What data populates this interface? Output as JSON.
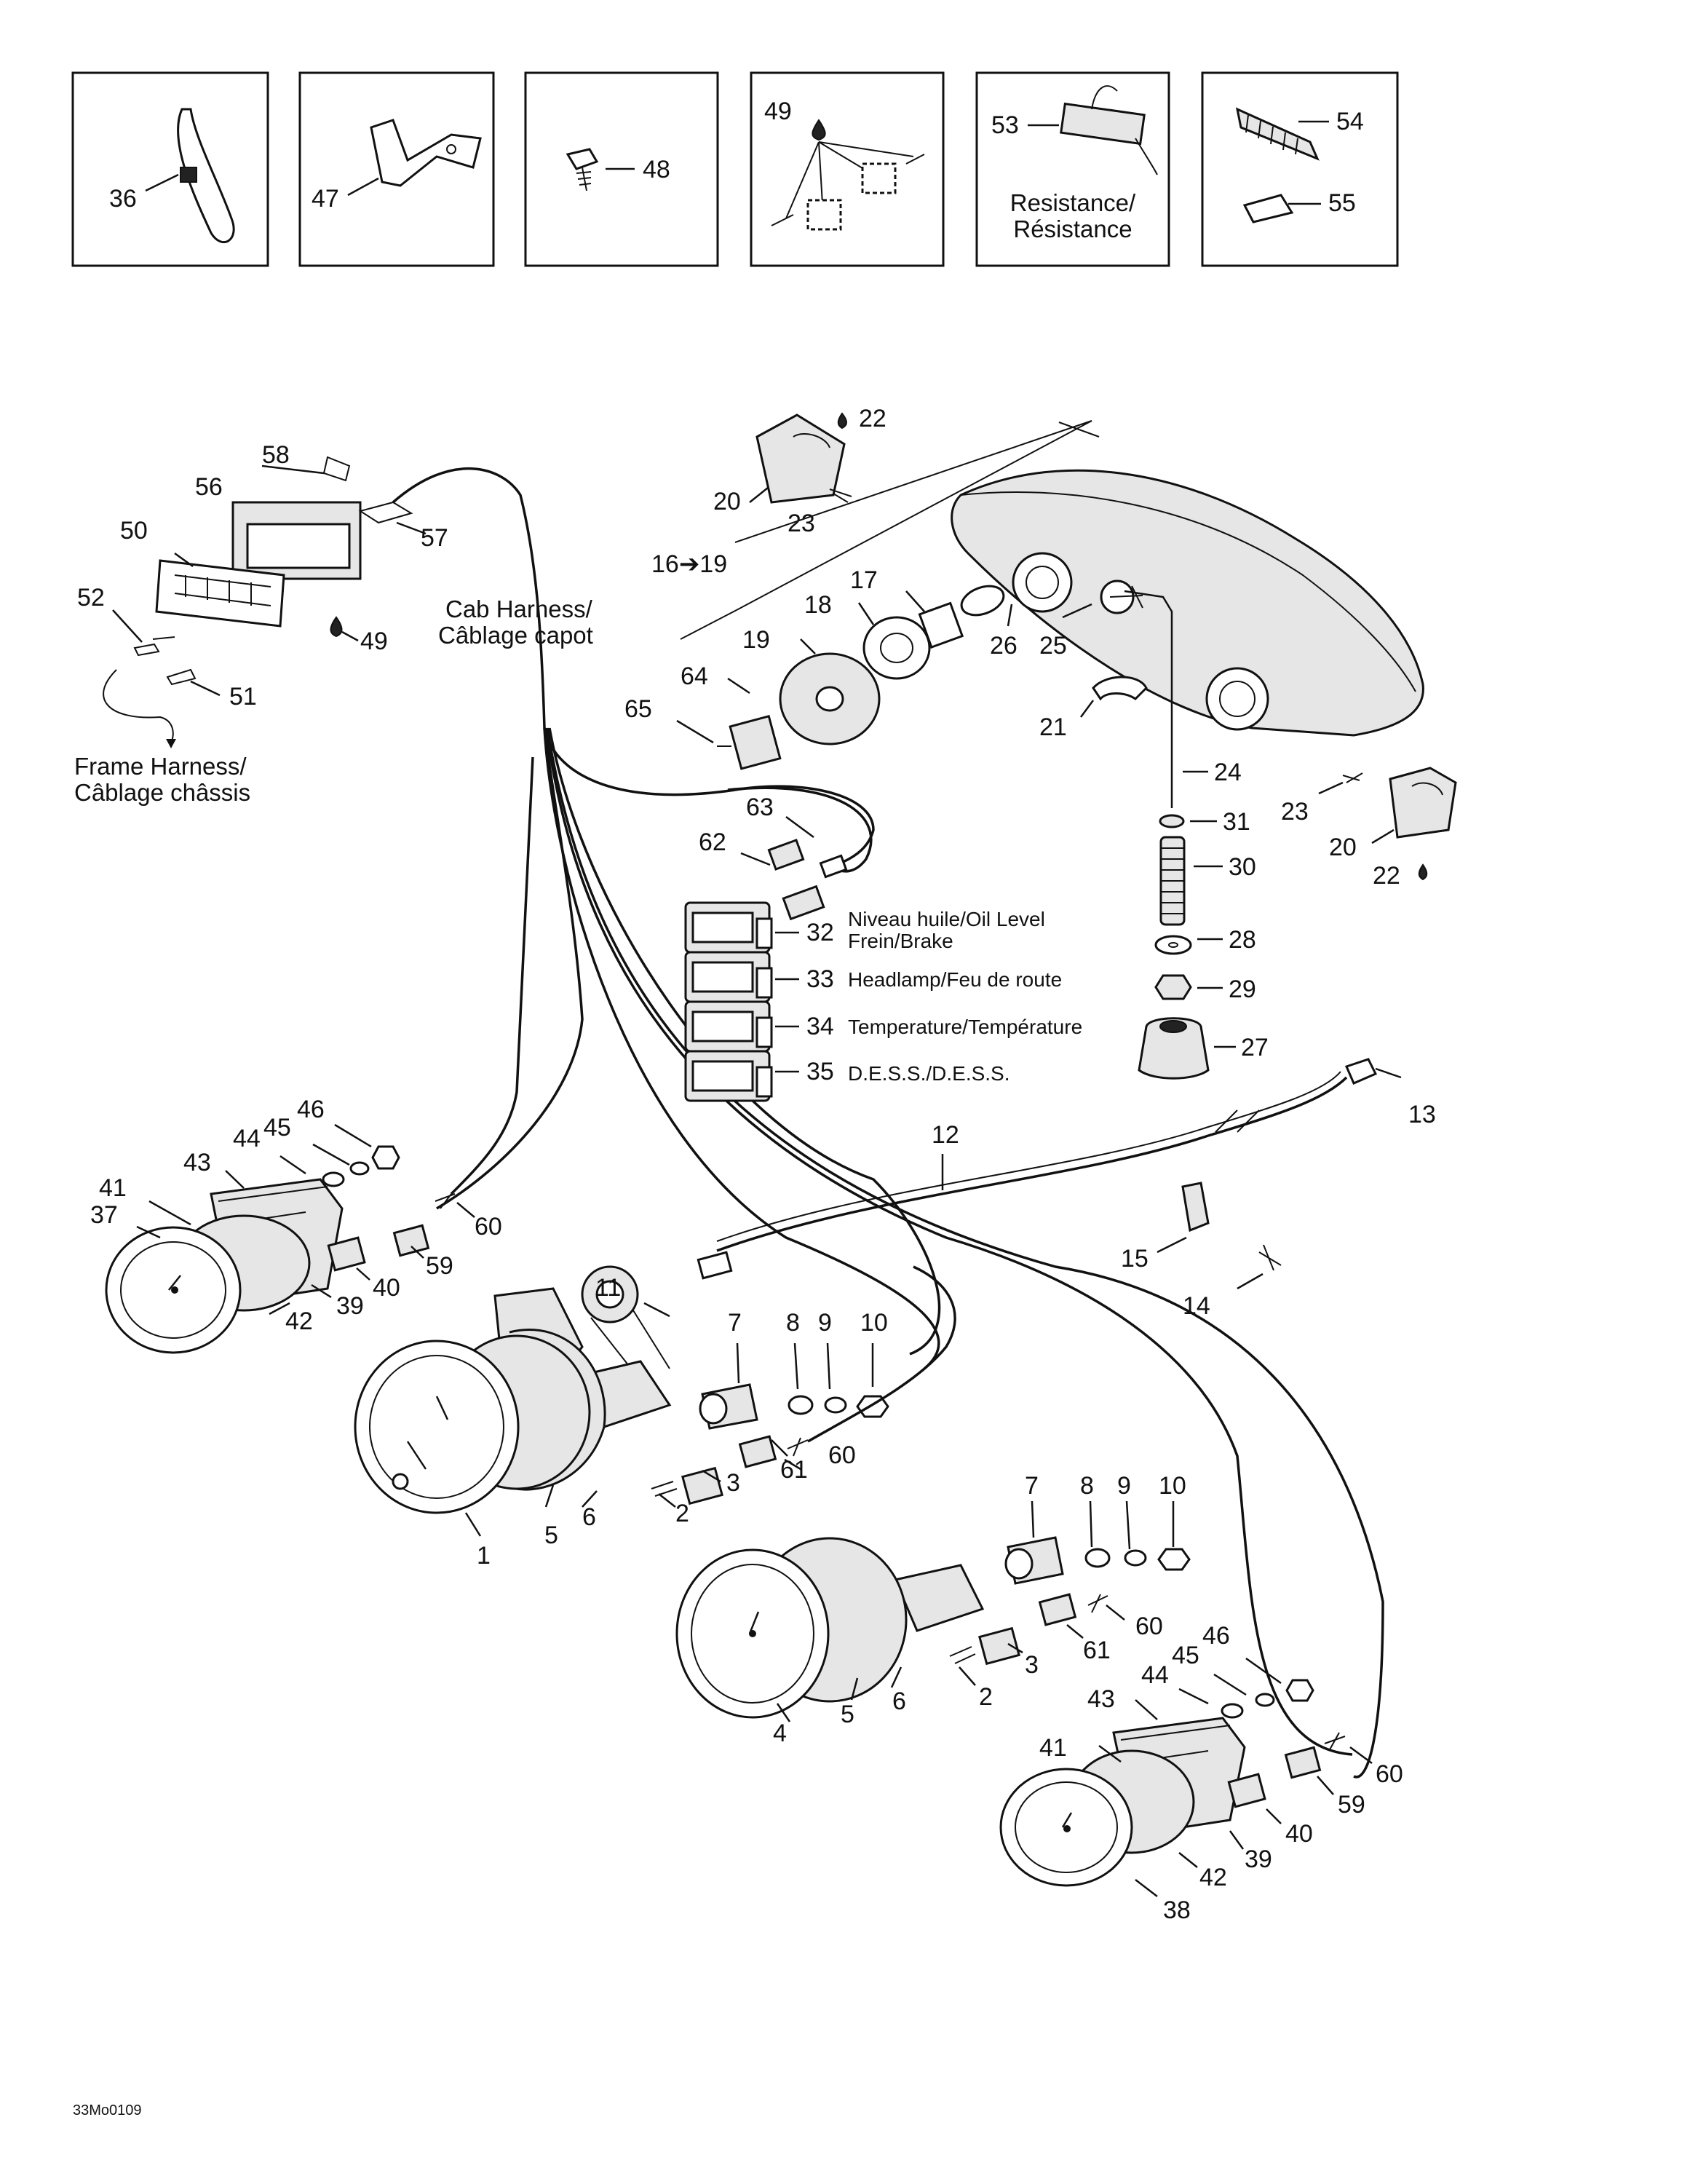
{
  "labels": {
    "cab_harness": [
      "Cab Harness/",
      "Câblage capot"
    ],
    "frame_harness": [
      "Frame Harness/",
      "Câblage châssis"
    ],
    "resistance": [
      "Resistance/",
      "Résistance"
    ],
    "item_32": [
      "Niveau huile/Oil Level",
      "Frein/Brake"
    ],
    "item_33": "Headlamp/Feu de route",
    "item_34": "Temperature/Température",
    "item_35": "D.E.S.S./D.E.S.S.",
    "range_16_19": "16➔19",
    "diagram_code": "33Mo0109"
  },
  "callouts": {
    "n1": "1",
    "n2a": "2",
    "n2b": "2",
    "n3a": "3",
    "n3b": "3",
    "n4": "4",
    "n5a": "5",
    "n5b": "5",
    "n6a": "6",
    "n6b": "6",
    "n7a": "7",
    "n7b": "7",
    "n8a": "8",
    "n8b": "8",
    "n9a": "9",
    "n9b": "9",
    "n10a": "10",
    "n10b": "10",
    "n11": "11",
    "n12": "12",
    "n13": "13",
    "n14": "14",
    "n15": "15",
    "n17": "17",
    "n18": "18",
    "n19": "19",
    "n20a": "20",
    "n20b": "20",
    "n21": "21",
    "n22a": "22",
    "n22b": "22",
    "n23a": "23",
    "n23b": "23",
    "n24": "24",
    "n25": "25",
    "n26": "26",
    "n27": "27",
    "n28": "28",
    "n29": "29",
    "n30": "30",
    "n31": "31",
    "n32": "32",
    "n33": "33",
    "n34": "34",
    "n35": "35",
    "n36": "36",
    "n37": "37",
    "n38": "38",
    "n39a": "39",
    "n39b": "39",
    "n40a": "40",
    "n40b": "40",
    "n41a": "41",
    "n41b": "41",
    "n42a": "42",
    "n42b": "42",
    "n43a": "43",
    "n43b": "43",
    "n44a": "44",
    "n44b": "44",
    "n45a": "45",
    "n45b": "45",
    "n46a": "46",
    "n46b": "46",
    "n47": "47",
    "n48": "48",
    "n49a": "49",
    "n49b": "49",
    "n50": "50",
    "n51": "51",
    "n52": "52",
    "n53": "53",
    "n54": "54",
    "n55": "55",
    "n56": "56",
    "n57": "57",
    "n58": "58",
    "n59a": "59",
    "n59b": "59",
    "n60a": "60",
    "n60b": "60",
    "n60c": "60",
    "n60d": "60",
    "n61a": "61",
    "n61b": "61",
    "n62": "62",
    "n63": "63",
    "n64": "64",
    "n65": "65"
  }
}
